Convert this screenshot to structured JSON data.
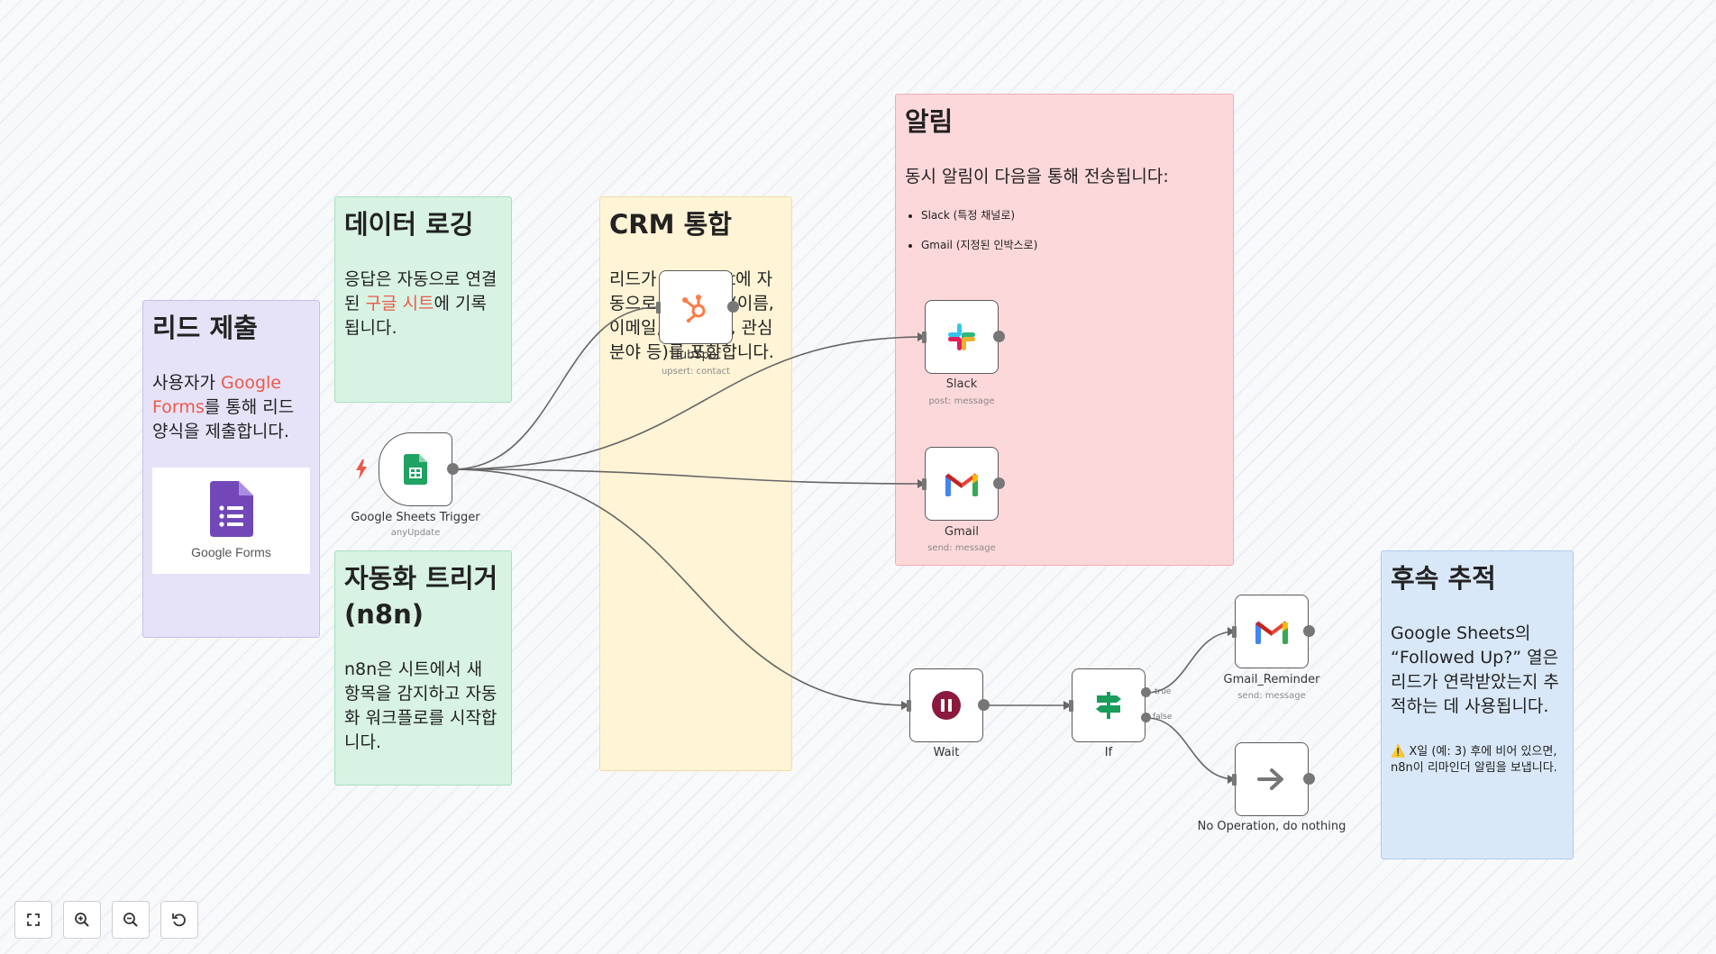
{
  "notes": {
    "lead": {
      "title": "리드 제출",
      "text_before": "사용자가 ",
      "highlight": "Google Forms",
      "text_after": "를 통해 리드 양식을 제출합니다.",
      "image_label": "Google Forms"
    },
    "logging": {
      "title": "데이터 로깅",
      "text_before": "응답은 자동으로 연결된 ",
      "highlight": "구글 시트",
      "text_after": "에 기록됩니다."
    },
    "trigger": {
      "title": "자동화 트리거 (n8n)",
      "text": "n8n은 시트에서 새 항목을 감지하고 자동화 워크플로를 시작합니다."
    },
    "crm": {
      "title": "CRM 통합",
      "text": "리드가 HubSpot에 자동으로 관련 필드(이름, 이메일, 전화번호, 관심 분야 등)를 포함합니다."
    },
    "alerts": {
      "title": "알림",
      "text": "동시 알림이 다음을 통해 전송됩니다:",
      "items": [
        "Slack (특정 채널로)",
        "Gmail (지정된 인박스로)"
      ]
    },
    "followup": {
      "title": "후속 추적",
      "text": "Google Sheets의 “Followed Up?” 열은 리드가 연락받았는지 추적하는 데 사용됩니다.",
      "warn": "⚠️ X일 (예: 3) 후에 비어 있으면, n8n이 리마인더 알림을 보냅니다."
    }
  },
  "nodes": {
    "sheets": {
      "label": "Google Sheets Trigger",
      "sub": "anyUpdate",
      "icon": "google-sheets-icon"
    },
    "hubspot": {
      "label": "HubSpot",
      "sub": "upsert: contact",
      "icon": "hubspot-icon"
    },
    "slack": {
      "label": "Slack",
      "sub": "post: message",
      "icon": "slack-icon"
    },
    "gmail": {
      "label": "Gmail",
      "sub": "send: message",
      "icon": "gmail-icon"
    },
    "wait": {
      "label": "Wait",
      "icon": "pause-icon"
    },
    "if": {
      "label": "If",
      "icon": "signpost-icon",
      "true_label": "true",
      "false_label": "false"
    },
    "gmail_reminder": {
      "label": "Gmail_Reminder",
      "sub": "send: message",
      "icon": "gmail-icon"
    },
    "noop": {
      "label": "No Operation, do nothing",
      "icon": "arrow-right-icon"
    }
  },
  "toolbar": [
    "fit-view-icon",
    "zoom-in-icon",
    "zoom-out-icon",
    "reset-icon"
  ],
  "colors": {
    "accent": "#ea5a4a",
    "edge": "#666666"
  }
}
